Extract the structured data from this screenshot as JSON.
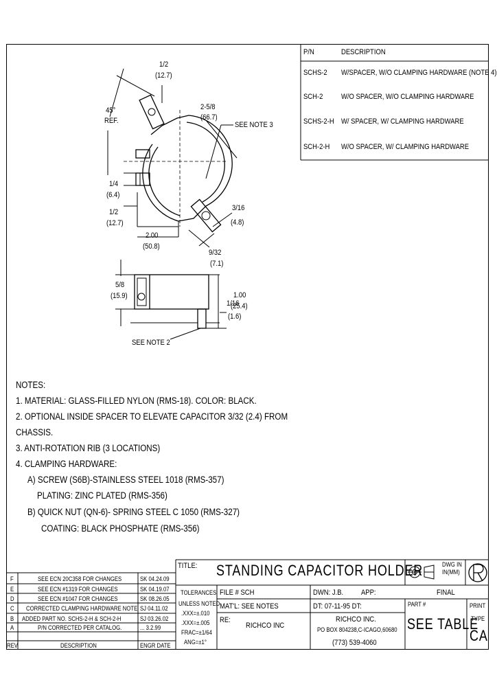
{
  "pn_table": {
    "header_pn": "P/N",
    "header_desc": "DESCRIPTION",
    "rows": [
      {
        "pn": "SCHS-2",
        "desc": "W/SPACER, W/O CLAMPING HARDWARE (NOTE 4)"
      },
      {
        "pn": "SCH-2",
        "desc": "W/O SPACER, W/O CLAMPING HARDWARE"
      },
      {
        "pn": "SCHS-2-H",
        "desc": "W/ SPACER, W/ CLAMPING HARDWARE"
      },
      {
        "pn": "SCH-2-H",
        "desc": "W/O SPACER, W/ CLAMPING HARDWARE"
      }
    ]
  },
  "dims": {
    "d_half_top": "1/2",
    "d_half_top_mm": "(12.7)",
    "d_angle": "45°",
    "d_angle_ref": "REF.",
    "d_diam": "2-5/8",
    "d_diam_mm": "(66.7)",
    "see_note_3": "SEE NOTE 3",
    "d_quarter": "1/4",
    "d_quarter_mm": "(6.4)",
    "d_half_left": "1/2",
    "d_half_left_mm": "(12.7)",
    "d_316": "3/16",
    "d_316_mm": "(4.8)",
    "d_200": "2.00",
    "d_200_mm": "(50.8)",
    "d_932": "9/32",
    "d_932_mm": "(7.1)",
    "d_58": "5/8",
    "d_58_mm": "(15.9)",
    "d_100": "1.00",
    "d_100_mm": "(25.4)",
    "d_116": "1/16",
    "d_116_mm": "(1.6)",
    "see_note_2": "SEE NOTE 2"
  },
  "notes": {
    "heading": "NOTES:",
    "lines": [
      "1. MATERIAL: GLASS-FILLED NYLON (RMS-18). COLOR: BLACK.",
      "2. OPTIONAL INSIDE SPACER TO ELEVATE CAPACITOR 3/32 (2.4) FROM",
      "CHASSIS.",
      "3. ANTI-ROTATION RIB (3 LOCATIONS)",
      "4. CLAMPING HARDWARE:",
      "A) SCREW (S6B)-STAINLESS STEEL 1018 (RMS-357)",
      "PLATING: ZINC PLATED (RMS-356)",
      "B) QUICK NUT (QN-6)- SPRING STEEL C 1050 (RMS-327)",
      "COATING: BLACK PHOSPHATE (RMS-356)"
    ]
  },
  "revisions": {
    "rows": [
      {
        "rev": "F",
        "desc": "SEE ECN 20C358 FOR CHANGES",
        "by": "SK 04.24.09"
      },
      {
        "rev": "E",
        "desc": "SEE ECN #1319 FOR CHANGES",
        "by": "SK 04.19.07"
      },
      {
        "rev": "D",
        "desc": "SEE ECN #1047 FOR CHANGES",
        "by": "SK 08.26.05"
      },
      {
        "rev": "C",
        "desc": "CORRECTED CLAMPING HARDWARE NOTE",
        "by": "SJ 04.11.02"
      },
      {
        "rev": "B",
        "desc": "ADDED PART NO. SCHS-2-H & SCH-2-H",
        "by": "SJ 03.26.02"
      },
      {
        "rev": "A",
        "desc": "P/N CORRECTED PER CATALOG.",
        "by": "... 3.2.99"
      }
    ],
    "header_rev": "REV",
    "header_desc": "DESCRIPTION",
    "header_by": "ENGR DATE"
  },
  "title_block": {
    "title_label": "TITLE:",
    "title": "STANDING CAPACITOR HOLDER",
    "dwg_in": "DWG IN",
    "dwg_units": "IN(MM)",
    "tolerances": "TOLERANCES",
    "unless_noted": "UNLESS NOTED",
    "tol_xxx": ".XXX=±.010",
    "tol_xxxx": ".XXX=±.005",
    "tol_frac": "FRAC=±1/64",
    "tol_ang": "ANG=±1°",
    "file": "FILE # SCH",
    "matl": "MAT'L: SEE NOTES",
    "re": "RE:",
    "re_val": "RICHCO INC",
    "dwn": "DWN: J.B.",
    "app": "APP:",
    "dt": "DT: 07-11-95 DT:",
    "final": "FINAL",
    "part_label": "PART #",
    "part_val": "SEE TABLE",
    "print_label": "PRINT",
    "type_label": "TYPE",
    "type_val": "CA",
    "company": "RICHCO INC.",
    "address": "PO BOX 804238,C-ICAGO,60680",
    "phone": "(773) 539-4060"
  }
}
